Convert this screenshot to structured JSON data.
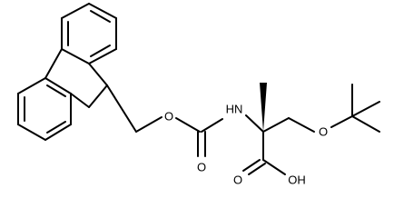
{
  "molecule": {
    "atoms": {
      "o_ether_fmoc": "O",
      "o_carbonyl_fmoc": "O",
      "nh": "HN",
      "o_ether_tbu": "O",
      "o_carbonyl_acid": "O",
      "oh": "OH"
    },
    "colors": {
      "bond": "#000000",
      "label": "#000000",
      "background": "#ffffff"
    }
  }
}
